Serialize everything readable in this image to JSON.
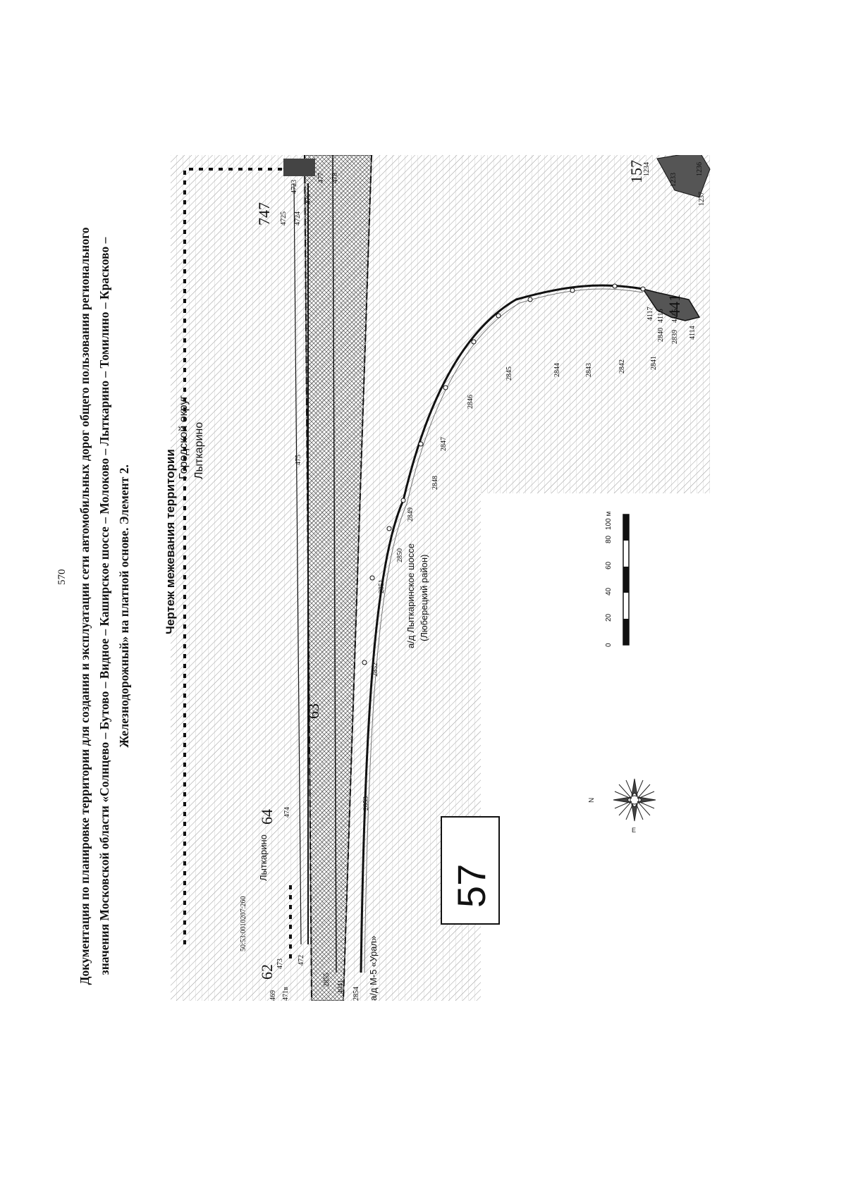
{
  "page": {
    "number": "570"
  },
  "header": {
    "lines": [
      "Документация по планировке территории для создания и эксплуатации сети автомобильных дорог общего пользования регионального",
      "значения Московской области «Солнцево – Бутово – Видное – Каширское шоссе – Молоково – Лыткарино – Томилино – Красково –",
      "Железнодорожный» на платной основе. Элемент 2."
    ]
  },
  "map": {
    "title": "Чертеж межевания территории",
    "labels": {
      "municipality_line1": "Городской округ",
      "municipality_line2": "Лыткарино",
      "lytkarino": "Лыткарино",
      "road_lytkarino_line1": "а/д Лыткаринское шоссе",
      "road_lytkarino_line2": "(Люберецкий район)",
      "road_m5": "а/д М-5 «Урал»",
      "cadastral_number": "50:53:0010207:260"
    },
    "parcel_numbers": [
      "62",
      "64",
      "63",
      "747",
      "157",
      "441"
    ],
    "point_numbers": [
      "469",
      "471в",
      "473",
      "472",
      "474",
      "475",
      "476",
      "477",
      "478",
      "4041",
      "2854",
      "2855",
      "2853",
      "2852",
      "2851",
      "2850",
      "2849",
      "2848",
      "2847",
      "2846",
      "2845",
      "2844",
      "2843",
      "2842",
      "2841",
      "2840",
      "2839",
      "4117",
      "4116",
      "4115",
      "4114",
      "4725",
      "4724",
      "4723",
      "1234",
      "1233",
      "1237",
      "1236"
    ],
    "district_number": "57",
    "scale": {
      "ticks": [
        "0",
        "20",
        "40",
        "60",
        "80",
        "100 м"
      ]
    },
    "compass": {
      "n": "N",
      "e": "E"
    }
  }
}
